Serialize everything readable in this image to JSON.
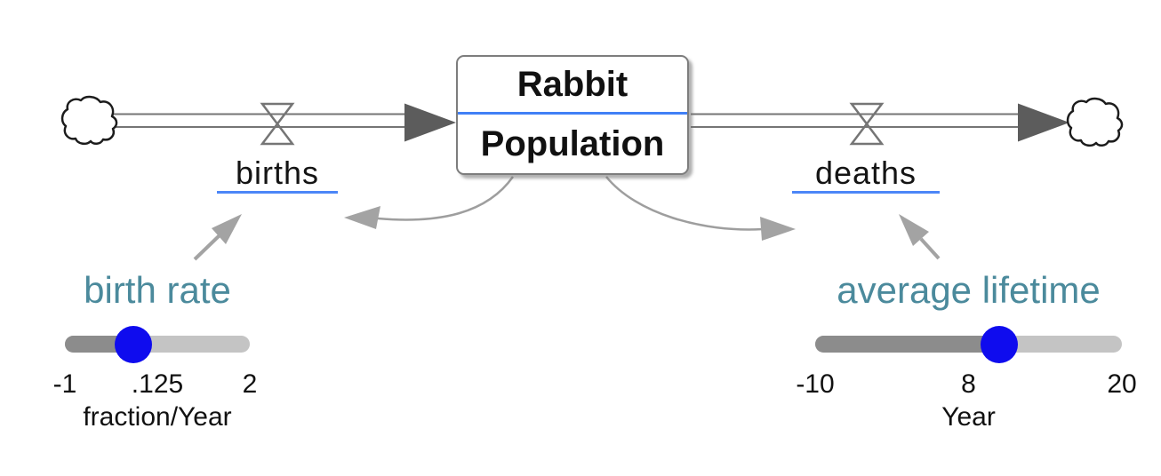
{
  "model": {
    "stock": {
      "line1": "Rabbit",
      "line2": "Population"
    },
    "inflow": {
      "label": "births"
    },
    "outflow": {
      "label": "deaths"
    }
  },
  "sliders": {
    "birth_rate": {
      "label": "birth rate",
      "min": "-1",
      "value": ".125",
      "max": "2",
      "unit": "fraction/Year"
    },
    "average_lifetime": {
      "label": "average lifetime",
      "min": "-10",
      "value": "8",
      "max": "20",
      "unit": "Year"
    }
  },
  "icons": {
    "source": "cloud-icon",
    "sink": "cloud-icon",
    "inflow_valve": "valve-icon",
    "outflow_valve": "valve-icon"
  },
  "colors": {
    "link_blue": "#4180f6",
    "knob_blue": "#0f0cee",
    "slider_label_teal": "#4b8a9c",
    "track_filled_gray": "#8c8c8c",
    "track_empty_gray": "#c4c4c4",
    "pipe_gray": "#757575",
    "flow_arrowhead_gray": "#5c5c5c",
    "connector_gray": "#9e9e9e"
  }
}
